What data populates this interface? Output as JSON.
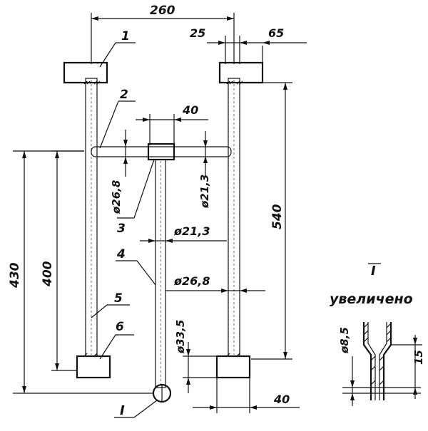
{
  "dimensions": {
    "overall_width": "260",
    "top_small_left": "25",
    "top_small_right": "65",
    "hub_width": "40",
    "left_height_outer": "430",
    "left_height_inner": "400",
    "right_height": "540",
    "pipe_d_268_left": "ø26,8",
    "pipe_d_213_right": "ø21,3",
    "pipe_d_213_center": "ø21,3",
    "pipe_d_268_center": "ø26,8",
    "pipe_d_335": "ø33,5",
    "bottom_width": "40"
  },
  "part_numbers": {
    "p1": "1",
    "p2": "2",
    "p3": "3",
    "p4": "4",
    "p5": "5",
    "p6": "6"
  },
  "detail": {
    "callout": "I",
    "title": "I",
    "subtitle": "увеличено",
    "dia": "ø8,5",
    "len": "15"
  }
}
